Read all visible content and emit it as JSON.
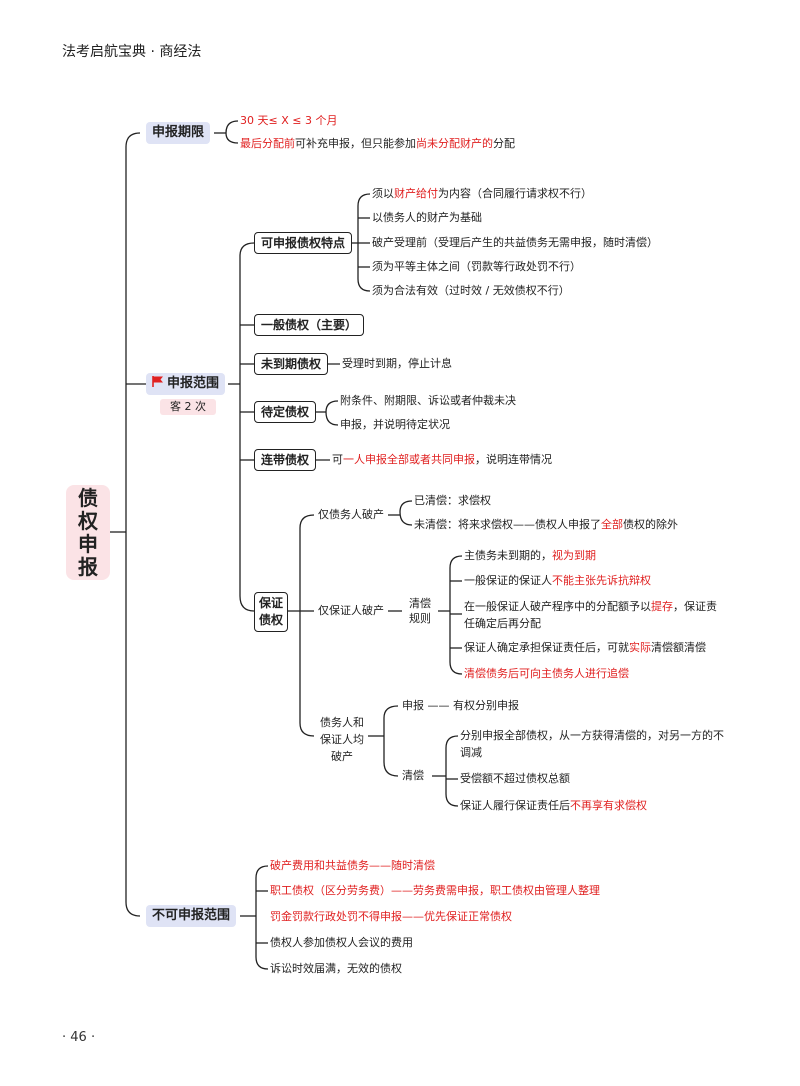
{
  "header": "法考启航宝典 · 商经法",
  "page_number": "· 46 ·",
  "root": [
    "债",
    "权",
    "申",
    "报"
  ],
  "period": {
    "label": "申报期限",
    "item1": "30 天≤ X ≤ 3 个月",
    "item2": {
      "a": "最后分配前",
      "b": "可补充申报，但只能参加",
      "c": "尚未分配财产的",
      "d": "分配"
    }
  },
  "scope": {
    "label": "申报范围",
    "tag": "客 2 次",
    "features": {
      "label": "可申报债权特点",
      "i1": {
        "a": "须以",
        "b": "财产给付",
        "c": "为内容（合同履行请求权不行）"
      },
      "i2": "以债务人的财产为基础",
      "i3": "破产受理前（受理后产生的共益债务无需申报，随时清偿）",
      "i4": "须为平等主体之间（罚款等行政处罚不行）",
      "i5": "须为合法有效（过时效 / 无效债权不行）"
    },
    "general": "一般债权（主要）",
    "unmatured": {
      "label": "未到期债权",
      "text": "受理时到期，停止计息"
    },
    "pending": {
      "label": "待定债权",
      "i1": "附条件、附期限、诉讼或者仲裁未决",
      "i2": "申报，并说明待定状况"
    },
    "joint": {
      "label": "连带债权",
      "a": "可",
      "b": "一人申报全部或者共同申报",
      "c": "，说明连带情况"
    },
    "guarantee": {
      "label_top": "保证",
      "label_bottom": "债权",
      "debtor_only": {
        "label": "仅债务人破产",
        "paid": "已清偿：求偿权",
        "unpaid": {
          "a": "未清偿：将来求偿权——债权人申报了",
          "b": "全部",
          "c": "债权的除外"
        }
      },
      "guarantor_only": {
        "label": "仅保证人破产",
        "rules_top": "清偿",
        "rules_bottom": "规则",
        "r1": {
          "a": "主债务未到期的，",
          "b": "视为到期"
        },
        "r2": {
          "a": "一般保证的保证人",
          "b": "不能主张先诉抗辩权"
        },
        "r3": {
          "a": "在一般保证人破产程序中的分配额予以",
          "b": "提存",
          "c": "，保证责",
          "d": "任确定后再分配"
        },
        "r4": {
          "a": "保证人确定承担保证责任后，可就",
          "b": "实际",
          "c": "清偿额清偿"
        },
        "r5": "清偿债务后可向主债务人进行追偿"
      },
      "both": {
        "l1": "债务人和",
        "l2": "保证人均",
        "l3": "破产",
        "declare": "申报",
        "declare_text": "—— 有权分别申报",
        "pay": "清偿",
        "p1a": "分别申报全部债权，从一方获得清偿的，对另一方的不",
        "p1b": "调减",
        "p2": "受偿额不超过债权总额",
        "p3": {
          "a": "保证人履行保证责任后",
          "b": "不再享有求偿权"
        }
      }
    }
  },
  "excluded": {
    "label": "不可申报范围",
    "i1": "破产费用和共益债务——随时清偿",
    "i2": "职工债权（区分劳务费）——劳务费需申报，职工债权由管理人整理",
    "i3": "罚金罚款行政处罚不得申报——优先保证正常债权",
    "i4": "债权人参加债权人会议的费用",
    "i5": "诉讼时效届满，无效的债权"
  },
  "colors": {
    "red": "#e02020",
    "l1_bg": "#dfe3f5",
    "root_bg": "#fbe3e6"
  }
}
